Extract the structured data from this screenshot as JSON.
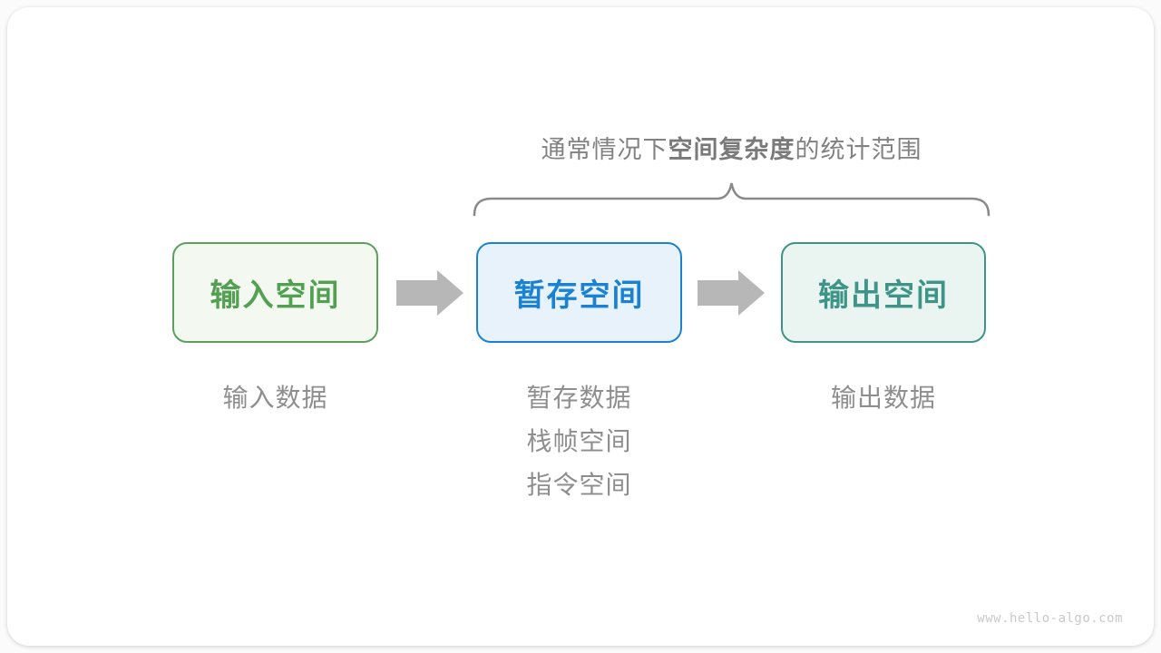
{
  "diagram": {
    "title": {
      "prefix": "通常情况下",
      "bold": "空间复杂度",
      "suffix": "的统计范围"
    },
    "boxes": [
      {
        "id": "input-space",
        "label": "输入空间"
      },
      {
        "id": "temp-space",
        "label": "暂存空间"
      },
      {
        "id": "output-space",
        "label": "输出空间"
      }
    ],
    "sublabels": {
      "input": "输入数据",
      "temp_lines": [
        "暂存数据",
        "栈帧空间",
        "指令空间"
      ],
      "output": "输出数据"
    },
    "watermark": "www.hello-algo.com",
    "colors": {
      "input_border": "#5ca05c",
      "input_bg": "#f3f9f0",
      "input_text": "#53a053",
      "temp_border": "#1b82d2",
      "temp_bg": "#e7f2fb",
      "temp_text": "#1b82d2",
      "output_border": "#3f9488",
      "output_bg": "#eaf5f1",
      "output_text": "#3f9488",
      "arrow": "#b7b7b7",
      "brace": "#8a8a8a",
      "title_text": "#828282",
      "label_text": "#8e8e8e",
      "watermark_text": "#c9c9c9",
      "card_bg": "#ffffff"
    }
  }
}
